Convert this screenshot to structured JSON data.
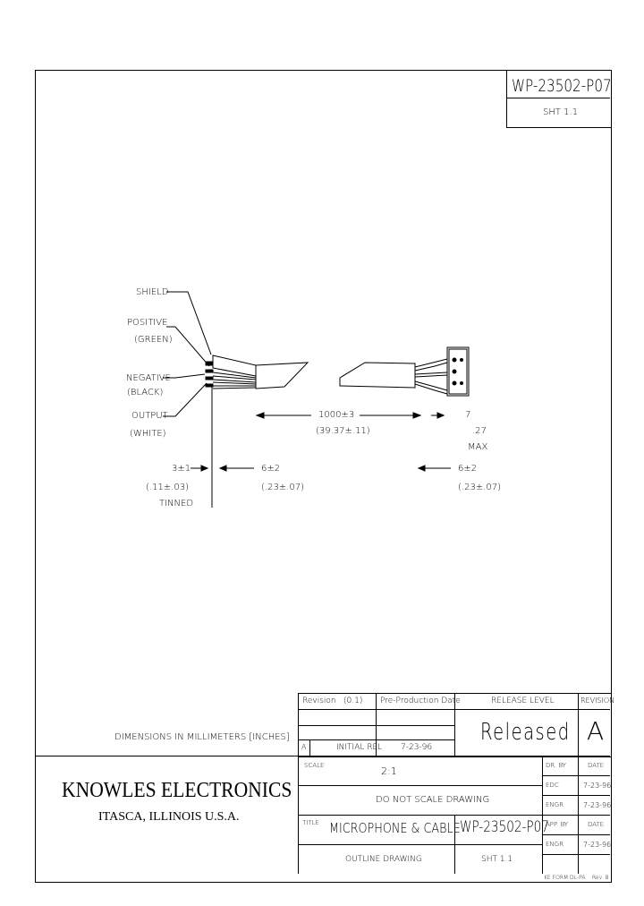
{
  "drawing": {
    "number_top": "WP-23502-P07",
    "sheet_top": "SHT 1.1",
    "labels": {
      "shield": "SHIELD",
      "positive_1": "POSITIVE",
      "positive_2": "(GREEN)",
      "negative_1": "NEGATIVE",
      "negative_2": "(BLACK)",
      "output_1": "OUTPUT",
      "output_2": "(WHITE)",
      "dim_length_1": "1000±3",
      "dim_length_2": "(39.37±.11)",
      "dim_end_1": "7",
      "dim_end_2": ".27",
      "dim_end_3": "MAX",
      "strip_left_1": "3±1",
      "strip_left_2": "(.11±.03)",
      "strip_left_3": "TINNED",
      "jacket_left_1": "6±2",
      "jacket_left_2": "(.23±.07)",
      "jacket_right_1": "6±2",
      "jacket_right_2": "(.23±.07)"
    },
    "units_note": "DIMENSIONS IN MILLIMETERS [INCHES]"
  },
  "title_block": {
    "revision_header": "Revision",
    "revision_value": "(0.1)",
    "pre_eco_header": "Pre-Production Date",
    "release_level_header": "RELEASE LEVEL",
    "revision_letter_header": "REVISION",
    "row_a": "A",
    "row_initial": "INITIAL REL",
    "row_date": "7-23-96",
    "release_status": "Released",
    "revision_letter": "A",
    "company": "KNOWLES ELECTRONICS",
    "location": "ITASCA, ILLINOIS U.S.A.",
    "scale_label": "SCALE",
    "scale_value": "2:1",
    "do_not_scale": "DO NOT SCALE DRAWING",
    "title_label": "TITLE",
    "title_value": "MICROPHONE & CABLE",
    "part_number": "WP-23502-P07",
    "outline": "OUTLINE DRAWING",
    "sheet": "SHT 1.1",
    "sig_headers": [
      "DR. BY",
      "DATE"
    ],
    "sig_rows": [
      {
        "role": "EDC",
        "date": "7-23-96"
      },
      {
        "role": "ENGR",
        "date": "7-23-96"
      },
      {
        "role": "APP. BY",
        "date": "DATE"
      },
      {
        "role": "ENGR",
        "date": "7-23-96"
      }
    ],
    "footer_left": "KE FORM DL-PA",
    "footer_right": "Rev. B"
  }
}
